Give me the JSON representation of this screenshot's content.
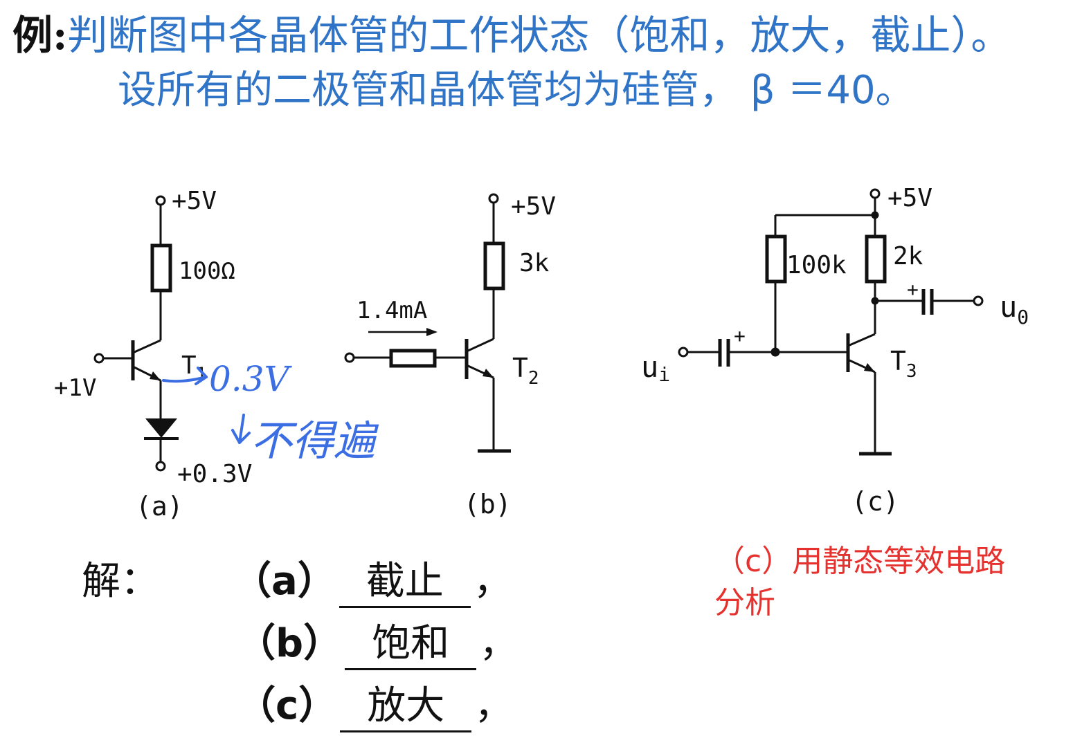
{
  "question": {
    "prefix": "例:",
    "line1": "判断图中各晶体管的工作状态（饱和，放大，截止）。",
    "line2": "设所有的二极管和晶体管均为硅管， β ＝40。"
  },
  "circuit_a": {
    "supply": "+5V",
    "resistor": "100Ω",
    "transistor": "T",
    "transistor_sub": "1",
    "input": "+1V",
    "diode_bottom": "+0.3V",
    "caption": "(a)",
    "handwritten_voltage": "0.3V",
    "handwritten_note": "不得遍"
  },
  "circuit_b": {
    "supply": "+5V",
    "resistor": "3k",
    "current": "1.4mA",
    "transistor": "T",
    "transistor_sub": "2",
    "caption": "(b)"
  },
  "circuit_c": {
    "supply": "+5V",
    "rb": "100k",
    "rc": "2k",
    "input": "u",
    "input_sub": "i",
    "output": "u",
    "output_sub": "0",
    "transistor": "T",
    "transistor_sub": "3",
    "cap_plus": "+",
    "caption": "(c)"
  },
  "answer": {
    "label": "解：",
    "items": [
      {
        "label": "（a）",
        "value": "截止",
        "sep": "，"
      },
      {
        "label": "（b）",
        "value": "饱和",
        "sep": "，"
      },
      {
        "label": "（c）",
        "value": "放大",
        "sep": "，"
      }
    ]
  },
  "note": "（c）用静态等效电路分析"
}
